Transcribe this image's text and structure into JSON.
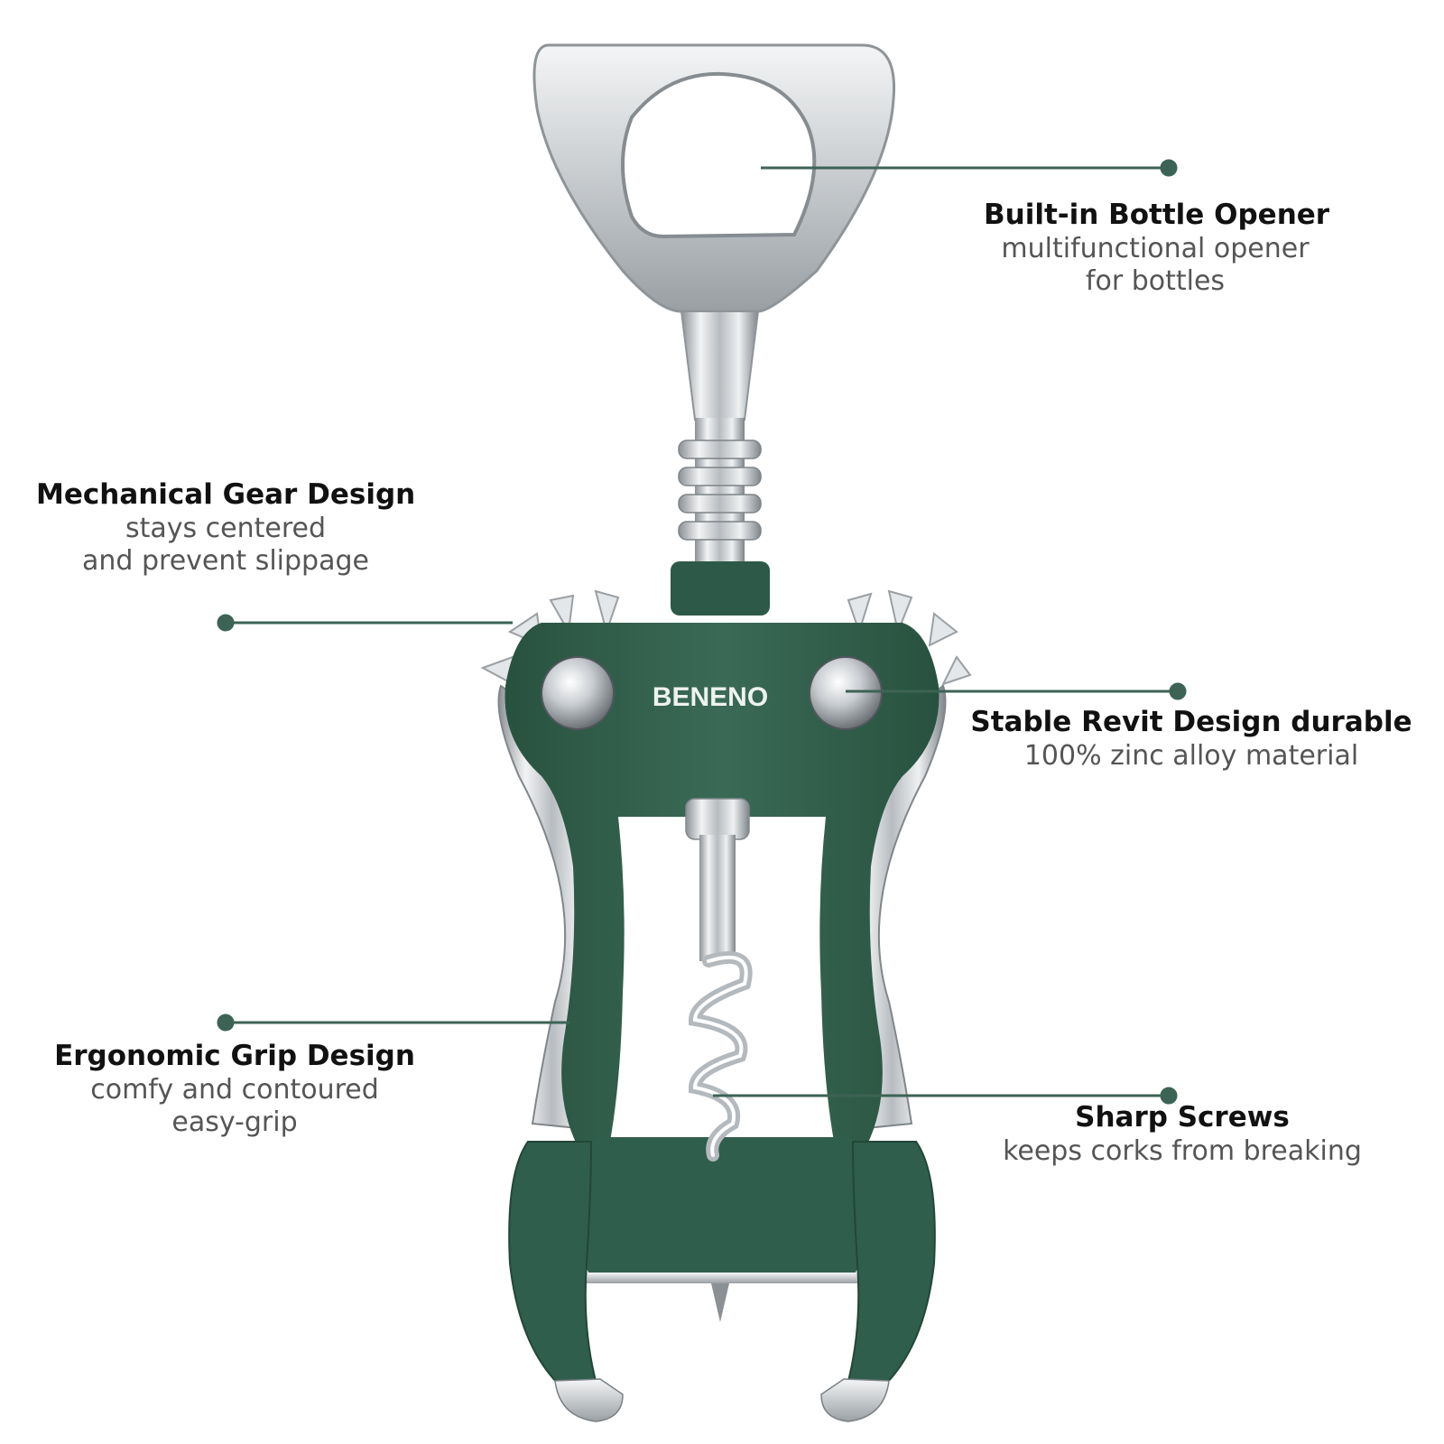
{
  "brand": "BENENO",
  "colors": {
    "accent": "#3d6355",
    "body_green": "#2f5e4c",
    "chrome": "#c9cdd0",
    "title_text": "#111111",
    "desc_text": "#555555"
  },
  "features": {
    "bottle_opener": {
      "title": "Built-in Bottle Opener",
      "line1": "multifunctional opener",
      "line2": "for bottles"
    },
    "gear": {
      "title": "Mechanical Gear Design",
      "line1": "stays centered",
      "line2": "and prevent slippage"
    },
    "rivet": {
      "title": "Stable Revit Design durable",
      "line1": "100% zinc alloy material"
    },
    "grip": {
      "title": "Ergonomic Grip Design",
      "line1": "comfy and contoured",
      "line2": "easy-grip"
    },
    "screw": {
      "title": "Sharp Screws",
      "line1": "keeps corks from breaking"
    }
  }
}
